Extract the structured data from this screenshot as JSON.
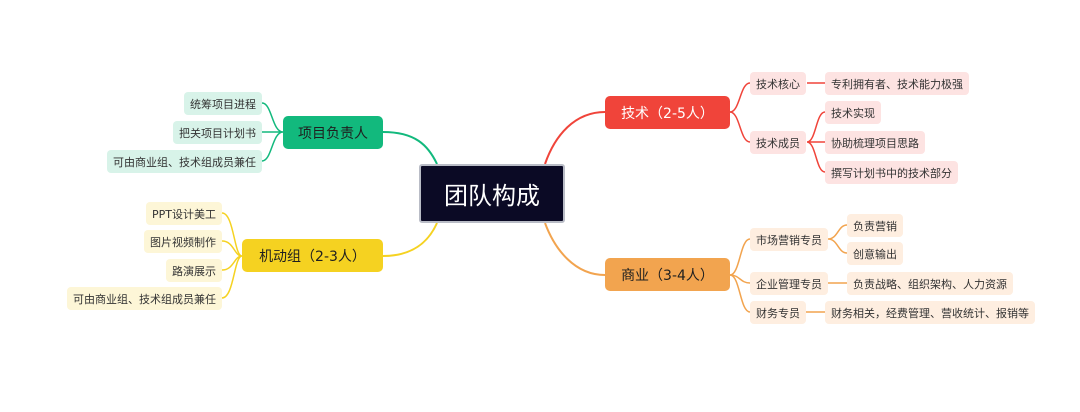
{
  "root": {
    "label": "团队构成"
  },
  "colors": {
    "tech": "#f0443a",
    "business": "#f2a44f",
    "lead": "#12b97d",
    "flex": "#f5d221"
  },
  "tech": {
    "label": "技术（2-5人）",
    "core": {
      "label": "技术核心",
      "items": [
        "专利拥有者、技术能力极强"
      ]
    },
    "members": {
      "label": "技术成员",
      "items": [
        "技术实现",
        "协助梳理项目思路",
        "撰写计划书中的技术部分"
      ]
    }
  },
  "business": {
    "label": "商业（3-4人）",
    "marketing": {
      "label": "市场营销专员",
      "items": [
        "负责营销",
        "创意输出"
      ]
    },
    "management": {
      "label": "企业管理专员",
      "items": [
        "负责战略、组织架构、人力资源"
      ]
    },
    "finance": {
      "label": "财务专员",
      "items": [
        "财务相关，经费管理、营收统计、报销等"
      ]
    }
  },
  "lead": {
    "label": "项目负责人",
    "items": [
      "统筹项目进程",
      "把关项目计划书",
      "可由商业组、技术组成员兼任"
    ]
  },
  "flex": {
    "label": "机动组（2-3人）",
    "items": [
      "PPT设计美工",
      "图片视频制作",
      "路演展示",
      "可由商业组、技术组成员兼任"
    ]
  }
}
